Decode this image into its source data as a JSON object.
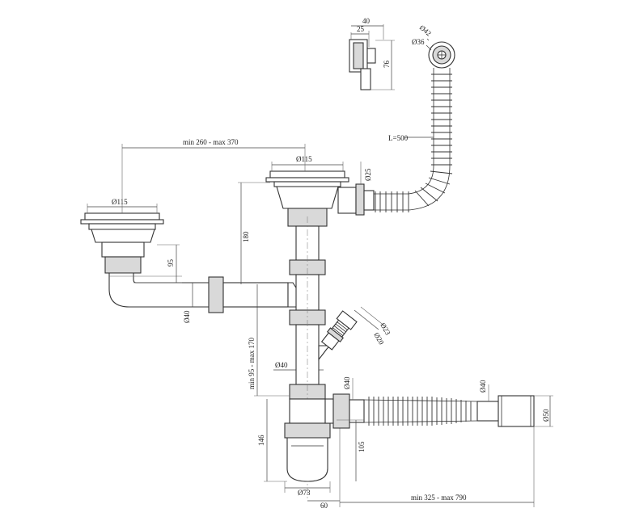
{
  "dimensions": {
    "top_inlet_width": "40",
    "top_inlet_offset": "25",
    "top_inlet_height": "76",
    "overflow_outer_diameter": "Ø42",
    "overflow_inner_diameter": "Ø36",
    "overflow_hose_length": "L=500",
    "center_distance": "min 260 - max 370",
    "left_strainer_diameter": "Ø115",
    "right_strainer_diameter": "Ø115",
    "overflow_inlet_diameter": "Ø25",
    "left_drop": "95",
    "right_drop": "180",
    "crossbar_diameter": "Ø40",
    "adjustable_height": "min 95 - max 170",
    "side_inlet_outer_diameter": "Ø23",
    "side_inlet_inner_diameter": "Ø20",
    "standpipe_diameter": "Ø40",
    "outlet_diameter": "Ø40",
    "hose_end_inner_diameter": "Ø40",
    "hose_end_outer_diameter": "Ø50",
    "trap_height": "146",
    "outlet_height": "105",
    "trap_diameter": "Ø73",
    "outlet_offset": "60",
    "outlet_hose_length": "min 325 - max 790"
  }
}
